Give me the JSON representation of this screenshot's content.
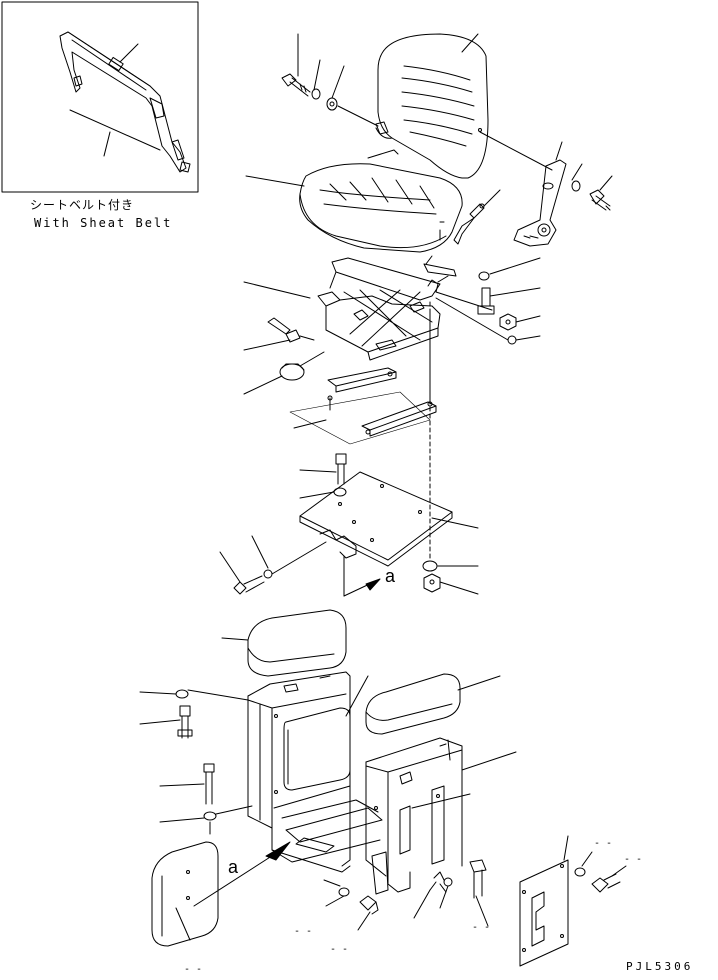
{
  "inset": {
    "caption_jp": "シートベルト付き",
    "caption_en": "With Sheat Belt"
  },
  "view_refs": {
    "upper": "a",
    "lower": "a"
  },
  "drawing_code": "PJL5306",
  "placeholder_dash": "- -"
}
